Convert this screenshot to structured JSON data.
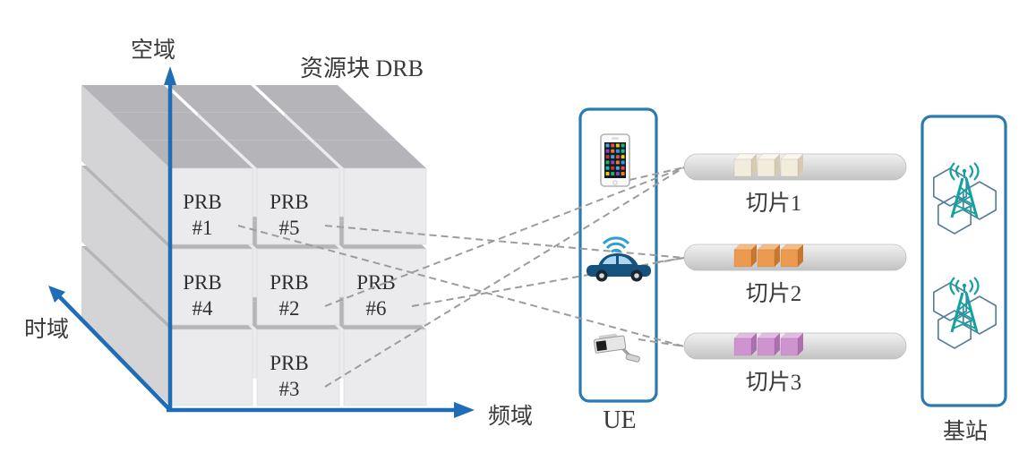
{
  "diagram": {
    "resource_block_title": "资源块 DRB",
    "axes": {
      "vertical_label": "空域",
      "depth_label": "时域",
      "horizontal_label": "频域",
      "color": "#1f6db6"
    },
    "cube_grid": {
      "cols": 3,
      "rows": 3,
      "layers": 3,
      "front_color": "#ebebee",
      "top_color": "#b5b5b9",
      "side_color": "#d4d4d7"
    },
    "prbs": [
      {
        "name": "PRB",
        "num": "#1",
        "col": 0,
        "row": 0
      },
      {
        "name": "PRB",
        "num": "#5",
        "col": 1,
        "row": 0
      },
      {
        "name": "PRB",
        "num": "#4",
        "col": 0,
        "row": 1
      },
      {
        "name": "PRB",
        "num": "#2",
        "col": 1,
        "row": 1
      },
      {
        "name": "PRB",
        "num": "#6",
        "col": 2,
        "row": 1
      },
      {
        "name": "PRB",
        "num": "#3",
        "col": 1,
        "row": 2
      }
    ],
    "ue": {
      "label": "UE",
      "box_border": "#2a7ab0",
      "devices": [
        "smartphone",
        "connected-car",
        "surveillance-camera"
      ]
    },
    "slices": [
      {
        "label": "切片1",
        "cube_front": "#f2ecdc",
        "cube_top": "#faf7ee",
        "cube_side": "#d6cbb0"
      },
      {
        "label": "切片2",
        "cube_front": "#ec9a50",
        "cube_top": "#f5bc84",
        "cube_side": "#c9772e"
      },
      {
        "label": "切片3",
        "cube_front": "#cf93cf",
        "cube_top": "#e3bce3",
        "cube_side": "#ad6fad"
      }
    ],
    "pill_color": "#d9d9d9",
    "base_station": {
      "label": "基站",
      "towers": 2,
      "tower_color": "#12a0a0",
      "hex_color": "#4f7d99",
      "box_border": "#2a7ab0"
    },
    "links": {
      "line_color": "#9c9c9c",
      "prb_to_slice": [
        {
          "from": "PRB #1",
          "to": "切片3"
        },
        {
          "from": "PRB #2",
          "to": "切片1"
        },
        {
          "from": "PRB #3",
          "to": "切片1"
        },
        {
          "from": "PRB #5",
          "to": "切片2"
        },
        {
          "from": "PRB #6",
          "to": "切片2"
        }
      ],
      "device_to_slice": [
        {
          "from": "smartphone",
          "to": "切片1"
        },
        {
          "from": "connected-car",
          "to": "切片2"
        },
        {
          "from": "surveillance-camera",
          "to": "切片3"
        }
      ]
    }
  }
}
